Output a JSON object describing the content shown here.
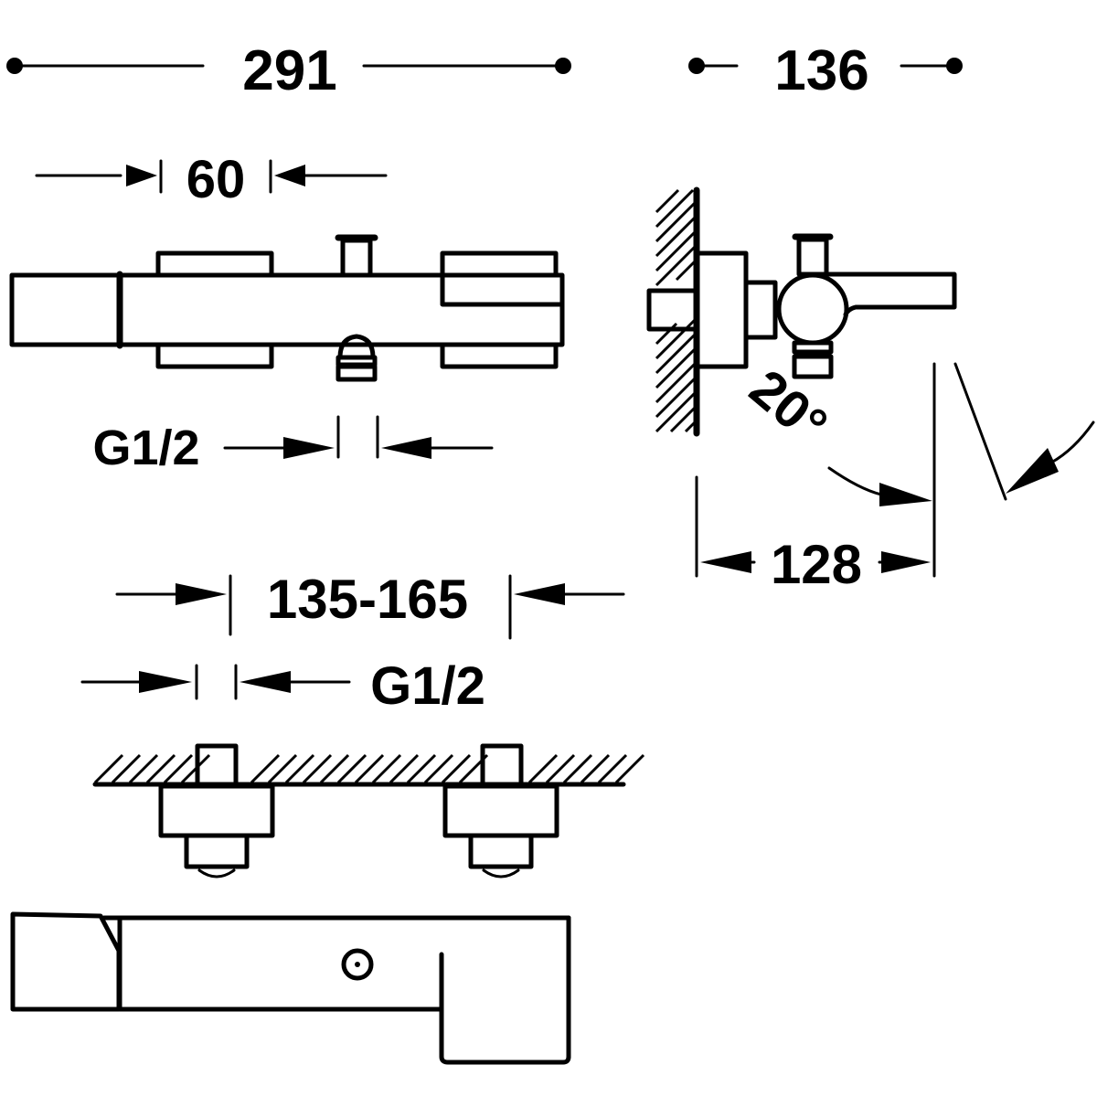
{
  "drawing": {
    "subject": "wall-mounted thermostatic bath/shower mixer",
    "ink_color": "#000000",
    "background_color": "#ffffff",
    "views": [
      "front-view",
      "side-view",
      "top-view"
    ]
  },
  "dimensions": {
    "overall_length": {
      "value": "291",
      "unit": "mm"
    },
    "overall_depth": {
      "value": "136",
      "unit": "mm"
    },
    "handle_width": {
      "value": "60",
      "unit": "mm"
    },
    "outlet_thread": {
      "value": "G1/2"
    },
    "wall_to_spout_axis": {
      "value": "128",
      "unit": "mm"
    },
    "spout_swivel_angle": {
      "value": "20°"
    },
    "inlet_center_distance": {
      "value": "135-165",
      "unit": "mm"
    },
    "inlet_thread": {
      "value": "G1/2"
    }
  }
}
